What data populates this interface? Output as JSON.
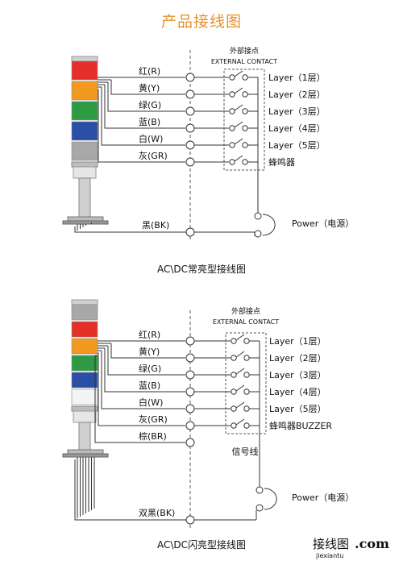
{
  "page_title": "产品接线图",
  "diagrams": [
    {
      "contact_header_cn": "外部接点",
      "contact_header_en": "EXTERNAL CONTACT",
      "lamp_colors": [
        "#e5302a",
        "#f29a1f",
        "#2e9a44",
        "#2a4fa6",
        "#a8a8a8"
      ],
      "wires": [
        {
          "label": "红(R)",
          "output": "Layer（1层）"
        },
        {
          "label": "黄(Y)",
          "output": "Layer（2层）"
        },
        {
          "label": "绿(G)",
          "output": "Layer（3层）"
        },
        {
          "label": "蓝(B)",
          "output": "Layer（4层）"
        },
        {
          "label": "白(W)",
          "output": "Layer（5层）"
        },
        {
          "label": "灰(GR)",
          "output": "蜂鸣器"
        }
      ],
      "common_label": "黑(BK)",
      "power_label": "Power（电源）",
      "signal_label": "",
      "caption": "AC\\DC常亮型接线图"
    },
    {
      "contact_header_cn": "外部接点",
      "contact_header_en": "EXTERNAL CONTACT",
      "lamp_colors": [
        "#a8a8a8",
        "#e5302a",
        "#f29a1f",
        "#2e9a44",
        "#2a4fa6",
        "#f4f4f4"
      ],
      "wires": [
        {
          "label": "红(R)",
          "output": "Layer（1层）"
        },
        {
          "label": "黄(Y)",
          "output": "Layer（2层）"
        },
        {
          "label": "绿(G)",
          "output": "Layer（3层）"
        },
        {
          "label": "蓝(B)",
          "output": "Layer（4层）"
        },
        {
          "label": "白(W)",
          "output": "Layer（5层）"
        },
        {
          "label": "灰(GR)",
          "output": "蜂鸣器BUZZER"
        },
        {
          "label": "棕(BR)",
          "output": ""
        }
      ],
      "common_label": "双黑(BK)",
      "power_label": "Power（电源）",
      "signal_label": "信号线",
      "caption": "AC\\DC闪亮型接线图"
    }
  ],
  "watermark": {
    "cn": "接线图",
    "dot_com": ".com",
    "domain": "jiexiantu"
  }
}
